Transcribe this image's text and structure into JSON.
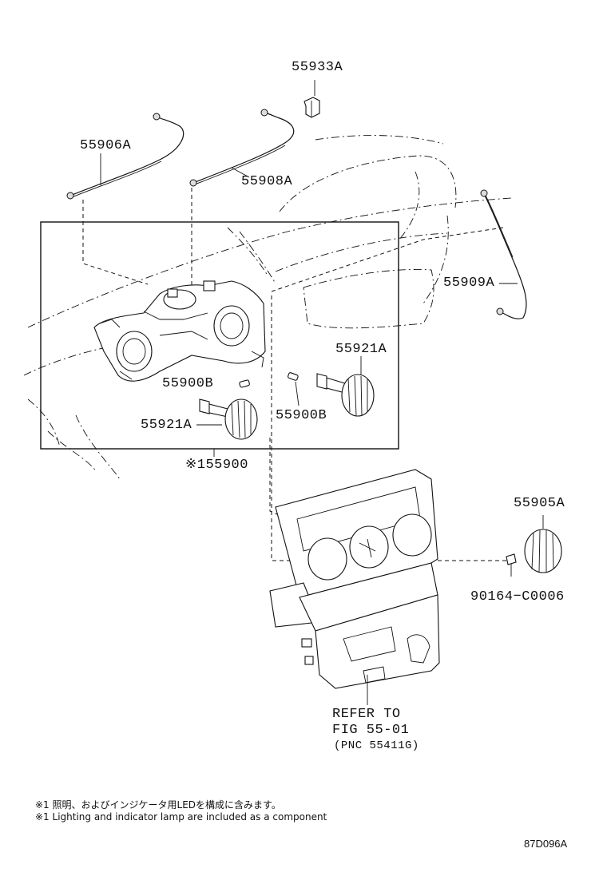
{
  "labels": {
    "p55933A": "55933A",
    "p55906A": "55906A",
    "p55908A": "55908A",
    "p55909A": "55909A",
    "p55921A_right": "55921A",
    "p55900B_left": "55900B",
    "p55900B_right": "55900B",
    "p55921A_left": "55921A",
    "p55900": "※155900",
    "p55905A": "55905A",
    "p90164": "90164−C0006",
    "refer_line1": "REFER TO",
    "refer_line2": "FIG 55-01",
    "refer_line3": "(PNC 55411G)"
  },
  "notes": {
    "jp": "※1 照明、およびインジケータ用LEDを構成に含みます。",
    "en": "※1 Lighting and indicator lamp are included as a component"
  },
  "diagram_code": "87D096A"
}
